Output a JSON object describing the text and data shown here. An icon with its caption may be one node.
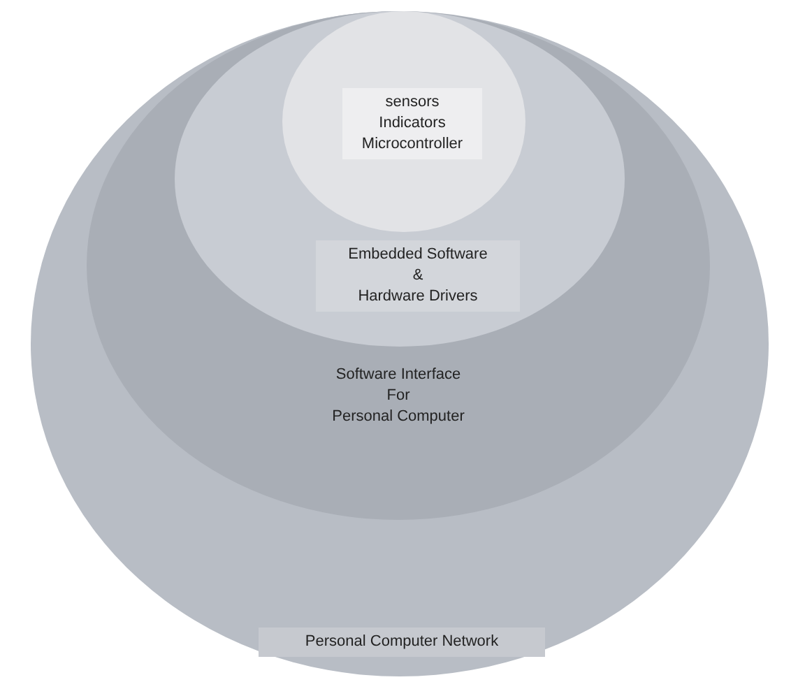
{
  "diagram": {
    "nodes": [
      {
        "text": [
          "Personal Computer Network"
        ]
      },
      {
        "text": [
          "Software Interface",
          "For",
          "Personal Computer"
        ],
        "in": 0
      },
      {
        "text": [
          "Embedded Software",
          "&",
          "Hardware Drivers"
        ],
        "in": 1
      },
      {
        "text": [
          "sensors",
          "Indicators",
          "Microcontroller"
        ],
        "in": 2
      }
    ]
  }
}
